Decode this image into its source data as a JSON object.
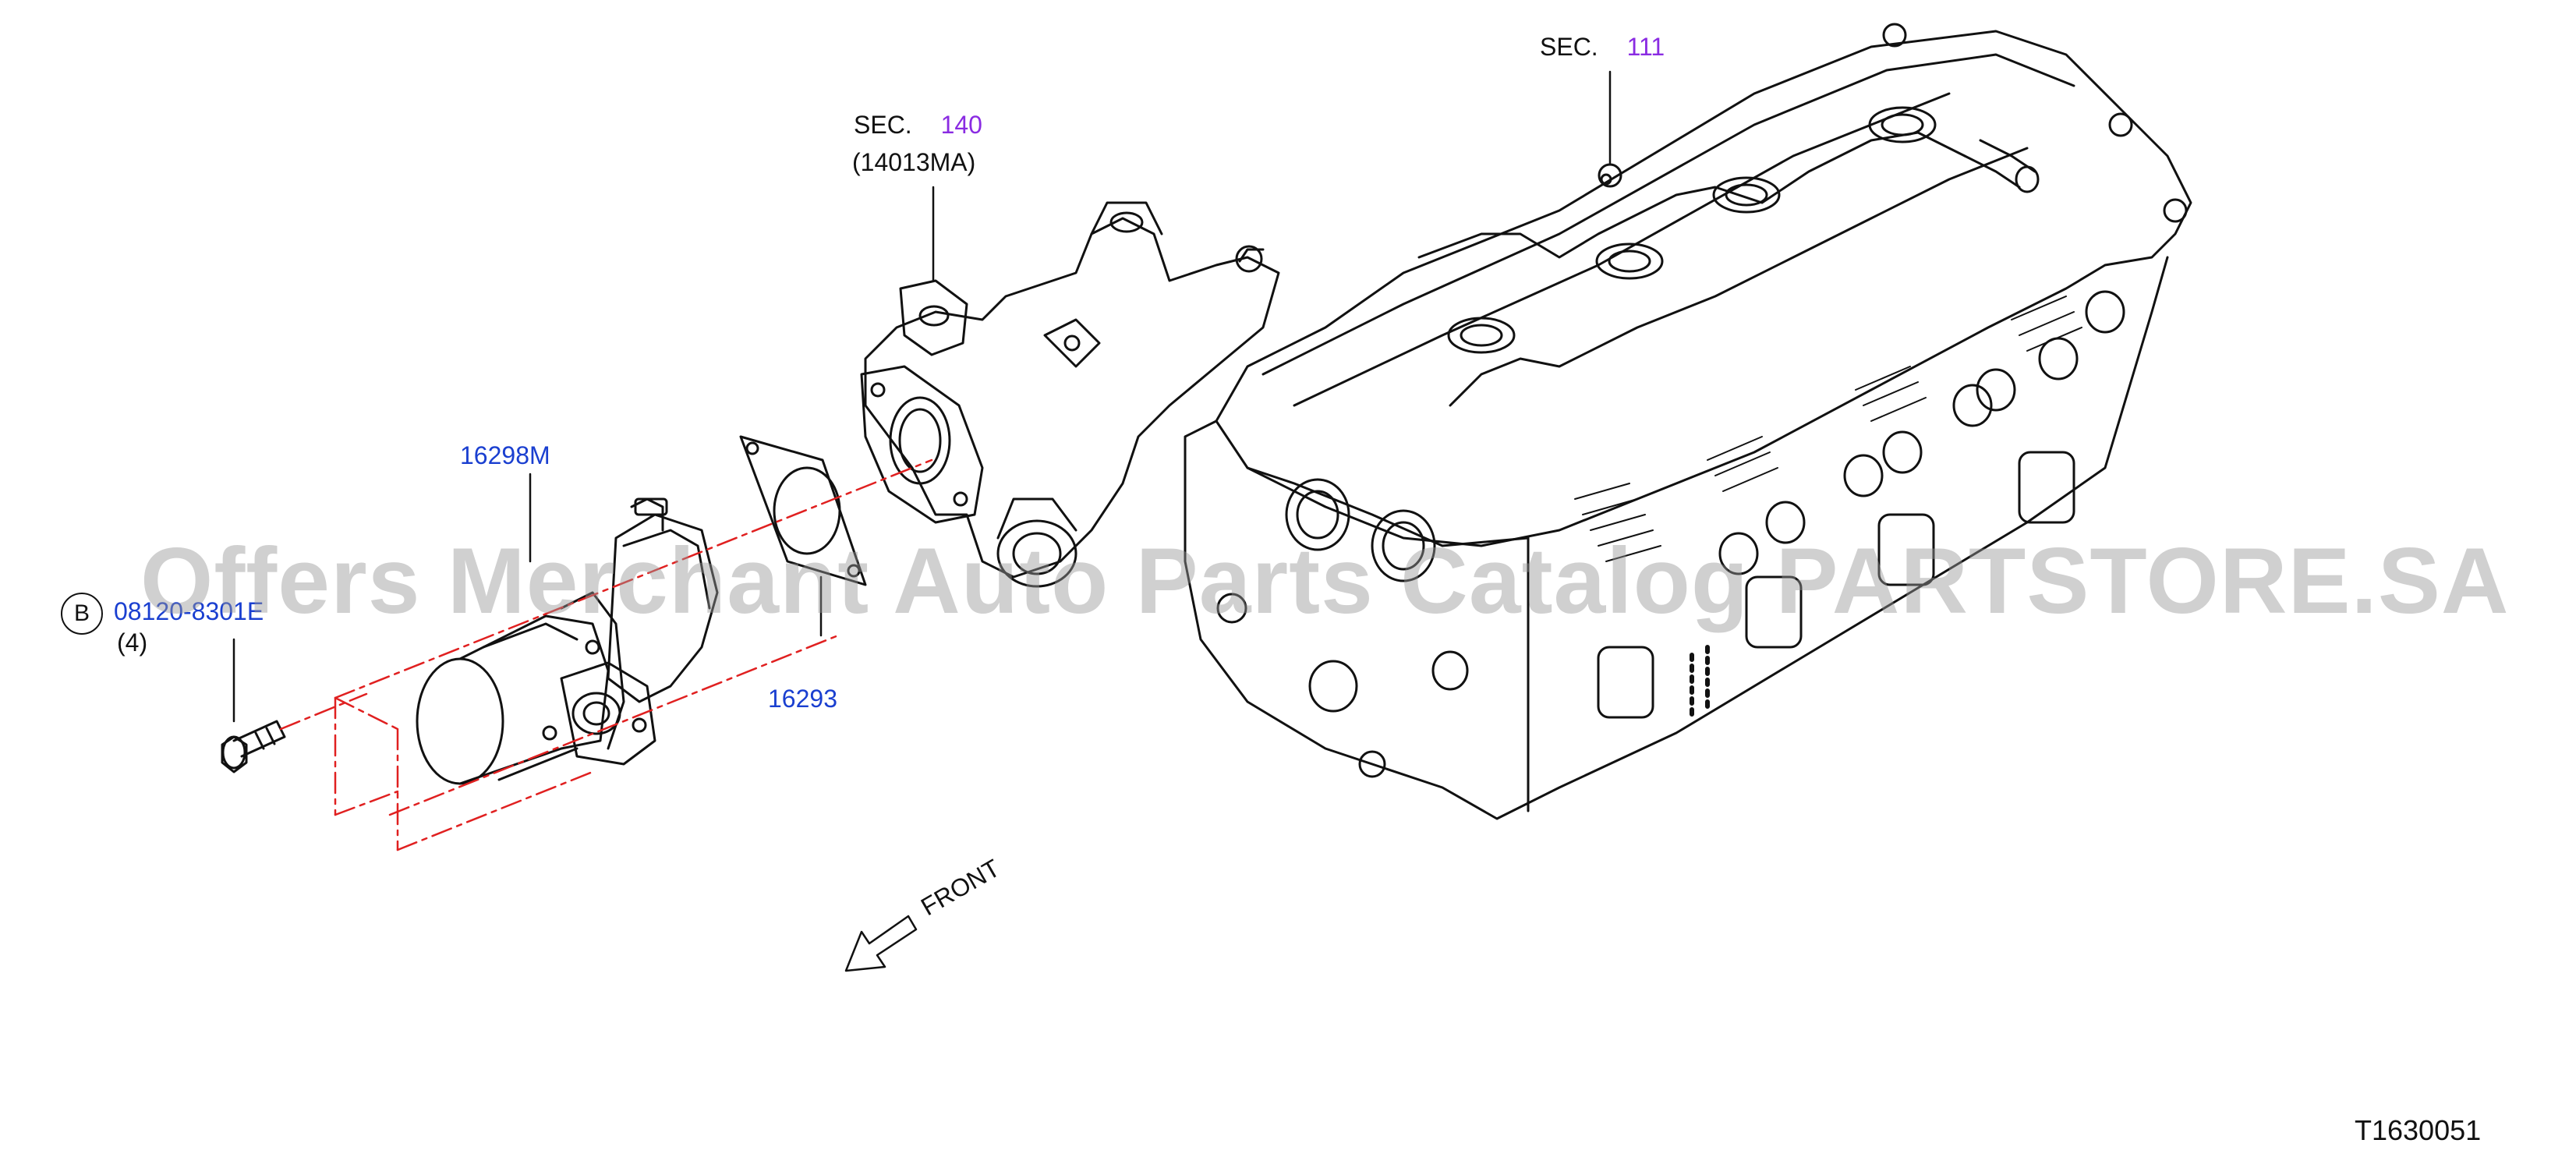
{
  "labels": {
    "sec111_prefix": "SEC.",
    "sec111_num": "111",
    "sec140_prefix": "SEC.",
    "sec140_num": "140",
    "sec140_sub": "(14013MA)",
    "part_throttle": "16298M",
    "part_gasket": "16293",
    "bolt_circle": "B",
    "bolt_part": "08120-8301E",
    "bolt_qty": "(4)",
    "front": "FRONT",
    "diagram_id": "T1630051"
  },
  "watermark": "Offers Merchant Auto Parts Catalog PARTSTORE.SA",
  "colors": {
    "line": "#111111",
    "part_number": "#1a3fd0",
    "section_ref": "#8a2be2",
    "leader_dash": "#e02020",
    "watermark": "#969696"
  }
}
